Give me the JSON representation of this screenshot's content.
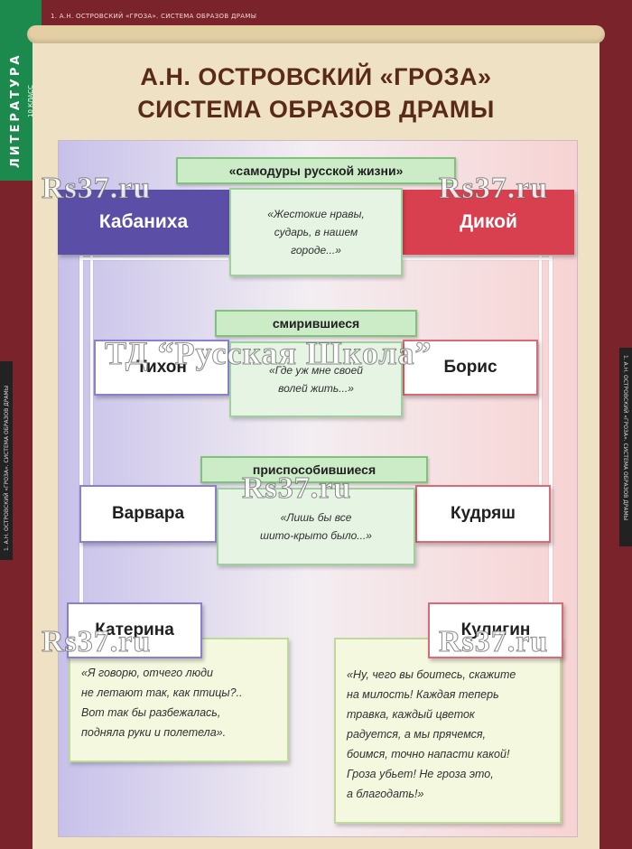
{
  "sidebar": {
    "subject": "ЛИТЕРАТУРА",
    "grade": "10 КЛАСС"
  },
  "header": {
    "topline": "1. А.Н. ОСТРОВСКИЙ «ГРОЗА». СИСТЕМА ОБРАЗОВ ДРАМЫ",
    "title_line1": "А.Н. ОСТРОВСКИЙ «ГРОЗА»",
    "title_line2": "СИСТЕМА ОБРАЗОВ ДРАМЫ"
  },
  "edge": {
    "caption": "1. А.Н. ОСТРОВСКИЙ «ГРОЗА». СИСТЕМА ОБРАЗОВ ДРАМЫ"
  },
  "groups": {
    "tyrants": {
      "label": "«самодуры русской жизни»",
      "left": "Кабаниха",
      "right": "Дикой",
      "quote_lines": [
        "«Жестокие нравы,",
        "сударь, в нашем",
        "городе...»"
      ]
    },
    "resigned": {
      "label": "смирившиеся",
      "left": "Тихон",
      "right": "Борис",
      "quote_lines": [
        "«Где уж мне своей",
        "волей жить...»"
      ]
    },
    "adapted": {
      "label": "приспособившиеся",
      "left": "Варвара",
      "right": "Кудряш",
      "quote_lines": [
        "«Лишь бы все",
        "шито-крыто было...»"
      ]
    },
    "katerina": {
      "name": "Катерина",
      "quote_lines": [
        "«Я говорю, отчего люди",
        "не летают так, как птицы?..",
        "Вот так бы разбежалась,",
        "подняла руки и полетела»."
      ]
    },
    "kuligin": {
      "name": "Кулигин",
      "quote_lines": [
        "«Ну, чего вы боитесь, скажите",
        "на милость! Каждая теперь",
        "травка, каждый цветок",
        "радуется, а мы прячемся,",
        "боимся, точно напасти какой!",
        "Гроза убьет! Не гроза это,",
        "а благодать!»"
      ]
    }
  },
  "watermarks": {
    "site": "Rs37.ru",
    "publisher": "ТД “Русская Школа”"
  }
}
